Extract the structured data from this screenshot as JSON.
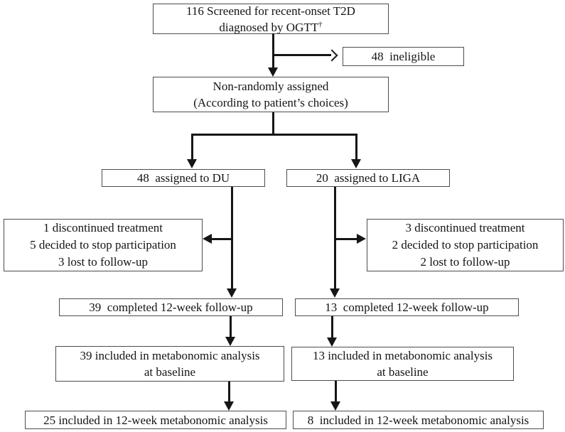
{
  "nodes": {
    "screened": {
      "line1": "116 Screened for recent-onset T2D",
      "line2": "diagnosed by OGTT",
      "sup": "†"
    },
    "ineligible": {
      "line1": "48  ineligible"
    },
    "assigned": {
      "line1": "Non-randomly assigned",
      "line2": "(According to patient’s choices)"
    },
    "du_assigned": {
      "line1": "48  assigned to DU"
    },
    "liga_assigned": {
      "line1": "20  assigned to LIGA"
    },
    "du_dropout": {
      "line1": "1 discontinued treatment",
      "line2": "5 decided to stop participation",
      "line3": "3 lost to follow-up"
    },
    "liga_dropout": {
      "line1": "3 discontinued treatment",
      "line2": "2 decided to stop participation",
      "line3": "2 lost to follow-up"
    },
    "du_completed": {
      "line1": "39  completed 12-week follow-up"
    },
    "liga_completed": {
      "line1": "13  completed 12-week follow-up"
    },
    "du_baseline": {
      "line1": "39 included in metabonomic analysis",
      "line2": "at baseline"
    },
    "liga_baseline": {
      "line1": "13 included in metabonomic analysis",
      "line2": "at baseline"
    },
    "du_12week": {
      "line1": "25 included in 12-week metabonomic analysis"
    },
    "liga_12week": {
      "line1": "8  included in 12-week metabonomic analysis"
    }
  },
  "colors": {
    "line": "#161616",
    "box_border": "#4d4d4d",
    "text": "#141414",
    "background": "#ffffff"
  }
}
